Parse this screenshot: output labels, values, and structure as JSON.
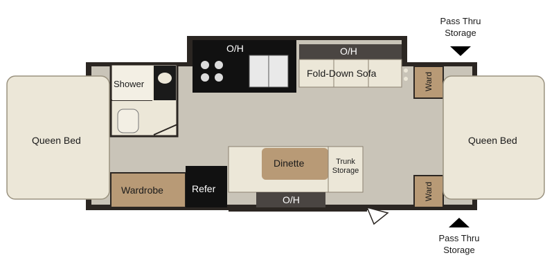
{
  "labels": {
    "queen_bed_left": "Queen Bed",
    "queen_bed_right": "Queen Bed",
    "shower": "Shower",
    "overhead_kitchen": "O/H",
    "overhead_sofa": "O/H",
    "overhead_dinette": "O/H",
    "sofa": "Fold-Down Sofa",
    "ward_top": "Ward",
    "ward_bottom": "Ward",
    "dinette": "Dinette",
    "trunk_storage_1": "Trunk",
    "trunk_storage_2": "Storage",
    "wardrobe": "Wardrobe",
    "refer": "Refer",
    "pass_thru_top_1": "Pass Thru",
    "pass_thru_top_2": "Storage",
    "pass_thru_bottom_1": "Pass Thru",
    "pass_thru_bottom_2": "Storage"
  },
  "colors": {
    "floor": "#c9c4b8",
    "wall": "#2b2622",
    "cabinet_tan": "#b89a76",
    "cushion": "#ece7d8",
    "appliance": "#111111"
  }
}
